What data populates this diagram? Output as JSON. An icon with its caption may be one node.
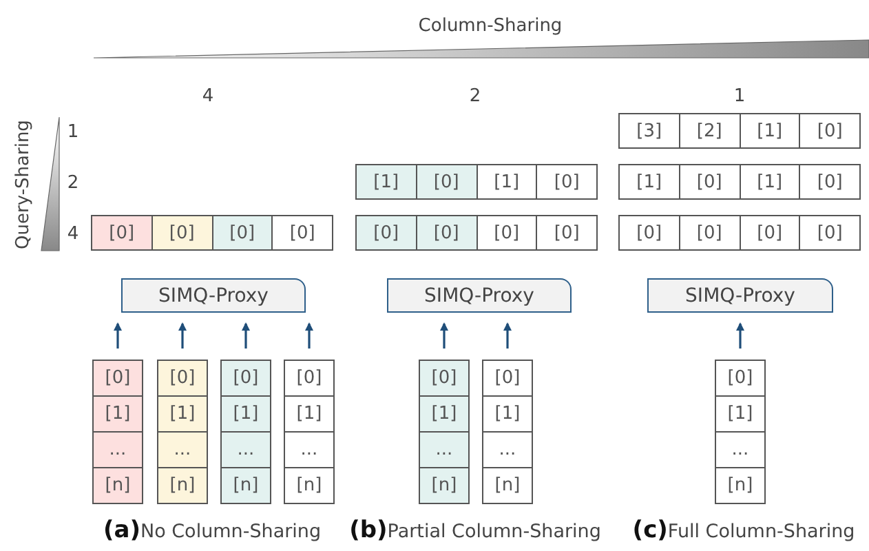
{
  "diagram": {
    "nodes": [
      {
        "text": [
          "[3]",
          "[2]",
          "[1]",
          "[0]"
        ]
      },
      {
        "text": [
          "[1]",
          "[0]",
          "[1]",
          "[0]"
        ]
      },
      {
        "text": [
          "[1]",
          "[0]",
          "[1]",
          "[0]"
        ]
      },
      {
        "text": [
          "[0]",
          "[0]",
          "[0]",
          "[0]"
        ]
      },
      {
        "text": [
          "[0]",
          "[0]",
          "[0]",
          "[0]"
        ]
      },
      {
        "text": [
          "[0]",
          "[0]",
          "[0]",
          "[0]"
        ]
      },
      {
        "text": [
          "SIMQ-Proxy"
        ]
      },
      {
        "text": [
          "SIMQ-Proxy"
        ]
      },
      {
        "text": [
          "SIMQ-Proxy"
        ]
      },
      {
        "text": [
          "[0]",
          "[1]",
          "...",
          "[n]"
        ]
      },
      {
        "text": [
          "[0]",
          "[1]",
          "...",
          "[n]"
        ]
      },
      {
        "text": [
          "[0]",
          "[1]",
          "...",
          "[n]"
        ]
      },
      {
        "text": [
          "[0]",
          "[1]",
          "...",
          "[n]"
        ]
      },
      {
        "text": [
          "[0]",
          "[1]",
          "...",
          "[n]"
        ]
      },
      {
        "text": [
          "[0]",
          "[1]",
          "...",
          "[n]"
        ]
      },
      {
        "text": [
          "[0]",
          "[1]",
          "...",
          "[n]"
        ]
      }
    ],
    "edges": [
      {
        "from": 9,
        "to": 6,
        "arrow": "to"
      },
      {
        "from": 10,
        "to": 6,
        "arrow": "to"
      },
      {
        "from": 11,
        "to": 6,
        "arrow": "to"
      },
      {
        "from": 12,
        "to": 6,
        "arrow": "to"
      },
      {
        "from": 13,
        "to": 7,
        "arrow": "to"
      },
      {
        "from": 14,
        "to": 7,
        "arrow": "to"
      },
      {
        "from": 15,
        "to": 8,
        "arrow": "to"
      }
    ],
    "labels": [
      "Column-Sharing",
      "4",
      "2",
      "1",
      "Query-Sharing",
      "1",
      "2",
      "4",
      "**(a)**No Column-Sharing",
      "**(b)**Partial Column-Sharing",
      "**(c)**Full Column-Sharing"
    ]
  }
}
